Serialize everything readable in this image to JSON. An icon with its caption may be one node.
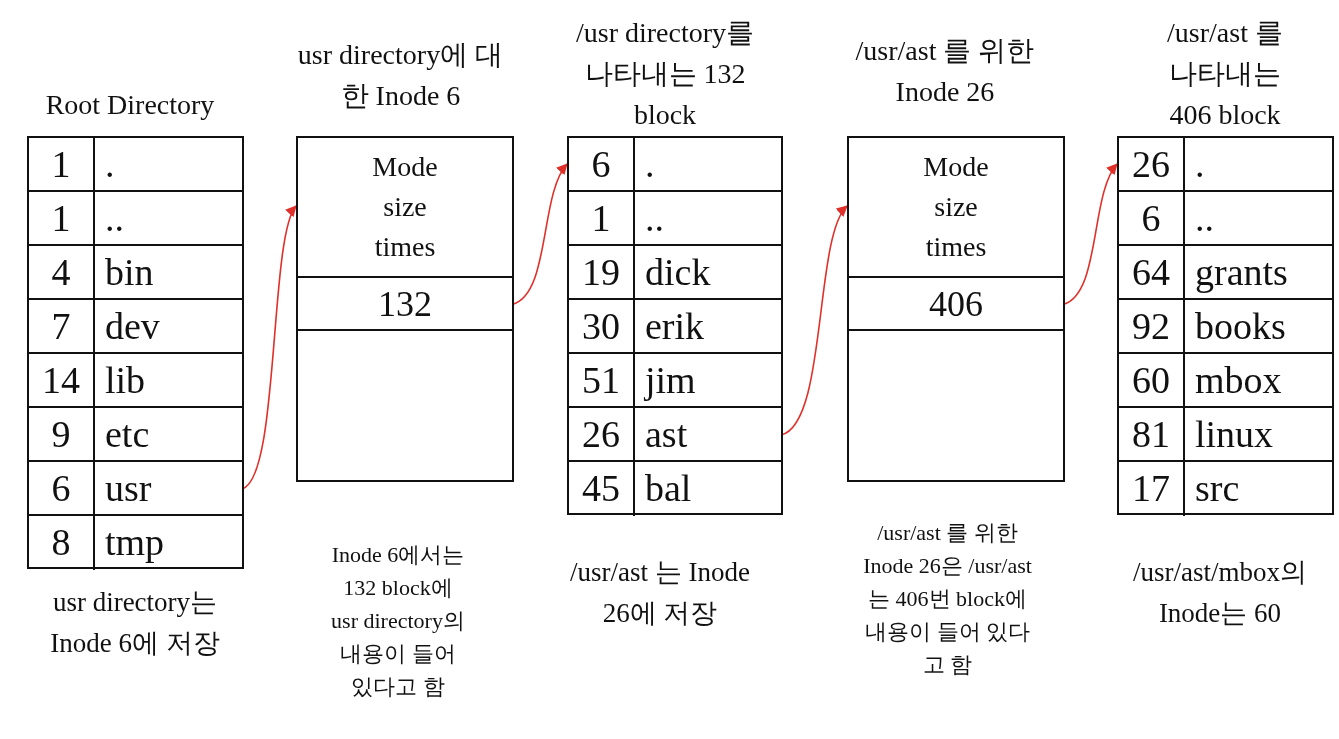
{
  "diagram": {
    "nodes": [
      {
        "text": [
          "Root Directory"
        ],
        "beside": [
          "usr directory는 Inode 6에 저장"
        ]
      },
      {
        "text": [
          "1",
          "."
        ],
        "in": 0
      },
      {
        "text": [
          "1",
          ".."
        ],
        "in": 0
      },
      {
        "text": [
          "4",
          "bin"
        ],
        "in": 0
      },
      {
        "text": [
          "7",
          "dev"
        ],
        "in": 0
      },
      {
        "text": [
          "14",
          "lib"
        ],
        "in": 0
      },
      {
        "text": [
          "9",
          "etc"
        ],
        "in": 0
      },
      {
        "text": [
          "6",
          "usr"
        ],
        "in": 0
      },
      {
        "text": [
          "8",
          "tmp"
        ],
        "in": 0
      },
      {
        "text": [
          "usr directory에 대한 Inode 6"
        ],
        "beside": [
          "Inode 6에서는 132 block에 usr directory의 내용이 들어 있다고 함"
        ]
      },
      {
        "text": [
          "Mode size times"
        ],
        "in": 9
      },
      {
        "text": [
          "132"
        ],
        "in": 9
      },
      {
        "text": [
          "/usr directory를 나타내는 132 block"
        ],
        "beside": [
          "/usr/ast 는 Inode 26에 저장"
        ]
      },
      {
        "text": [
          "6",
          "."
        ],
        "in": 12
      },
      {
        "text": [
          "1",
          ".."
        ],
        "in": 12
      },
      {
        "text": [
          "19",
          "dick"
        ],
        "in": 12
      },
      {
        "text": [
          "30",
          "erik"
        ],
        "in": 12
      },
      {
        "text": [
          "51",
          "jim"
        ],
        "in": 12
      },
      {
        "text": [
          "26",
          "ast"
        ],
        "in": 12
      },
      {
        "text": [
          "45",
          "bal"
        ],
        "in": 12
      },
      {
        "text": [
          "/usr/ast 를 위한 Inode 26"
        ],
        "beside": [
          "/usr/ast 를 위한 Inode 26은 /usr/ast는 406번 block에 내용이 들어 있다고 함"
        ]
      },
      {
        "text": [
          "Mode size times"
        ],
        "in": 20
      },
      {
        "text": [
          "406"
        ],
        "in": 20
      },
      {
        "text": [
          "/usr/ast 를 나타내는 406 block"
        ],
        "beside": [
          "/usr/ast/mbox의 Inode는 60"
        ]
      },
      {
        "text": [
          "26",
          "."
        ],
        "in": 23
      },
      {
        "text": [
          "6",
          ".."
        ],
        "in": 23
      },
      {
        "text": [
          "64",
          "grants"
        ],
        "in": 23
      },
      {
        "text": [
          "92",
          "books"
        ],
        "in": 23
      },
      {
        "text": [
          "60",
          "mbox"
        ],
        "in": 23
      },
      {
        "text": [
          "81",
          "linux"
        ],
        "in": 23
      },
      {
        "text": [
          "17",
          "src"
        ],
        "in": 23
      }
    ],
    "edges": [
      {
        "from": 7,
        "to": 9,
        "arrow": "to"
      },
      {
        "from": 11,
        "to": 12,
        "arrow": "to"
      },
      {
        "from": 18,
        "to": 20,
        "arrow": "to"
      },
      {
        "from": 22,
        "to": 23,
        "arrow": "to"
      }
    ]
  }
}
